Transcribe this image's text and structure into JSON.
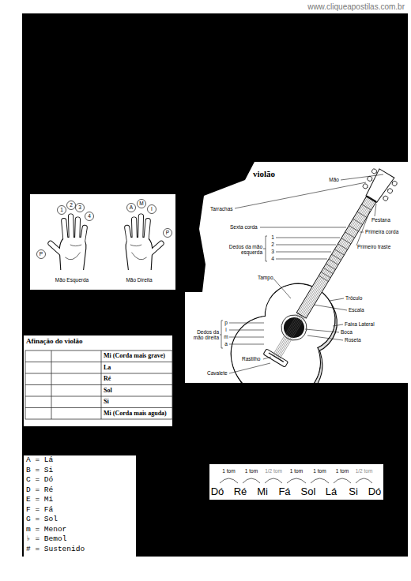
{
  "diagram": {
    "nodes": [
      {
        "text": [
          "violão"
        ]
      },
      {
        "text": [
          "Afinação do violão"
        ]
      }
    ],
    "labels": [
      "www.cliqueapostilas.com.br",
      "1",
      "2",
      "3",
      "4",
      "P",
      "A",
      "M",
      "I",
      "P",
      "Mão Esquerda",
      "Mão Direita",
      "Mão",
      "Tarrachas",
      "Sexta corda",
      "Pestana",
      "Primeira corda",
      "Primeiro traste",
      "Dedos da mão esquerda",
      "1",
      "2",
      "3",
      "4",
      "Tampo",
      "Trôculo",
      "Escala",
      "Faixa Lateral",
      "Boca",
      "Roseta",
      "Dedos da mão direita",
      "p",
      "i",
      "m",
      "a",
      "Rastilho",
      "Cavalete",
      "Mi (Corda mais grave)",
      "La",
      "Ré",
      "Sol",
      "Si",
      "Mi (Corda mais aguda)",
      "A = Lá",
      "B = Si",
      "C = Dó",
      "D = Ré",
      "E = Mi",
      "F = Fá",
      "G = Sol",
      "m = Menor",
      "♭ = Bemol",
      "# = Sustenido",
      "1 tom",
      "1 tom",
      "1/2 tom",
      "1 tom",
      "1 tom",
      "1 tom",
      "1/2 tom",
      "Dó",
      "Ré",
      "Mi",
      "Fá",
      "Sol",
      "Lá",
      "Si",
      "Dó"
    ]
  }
}
